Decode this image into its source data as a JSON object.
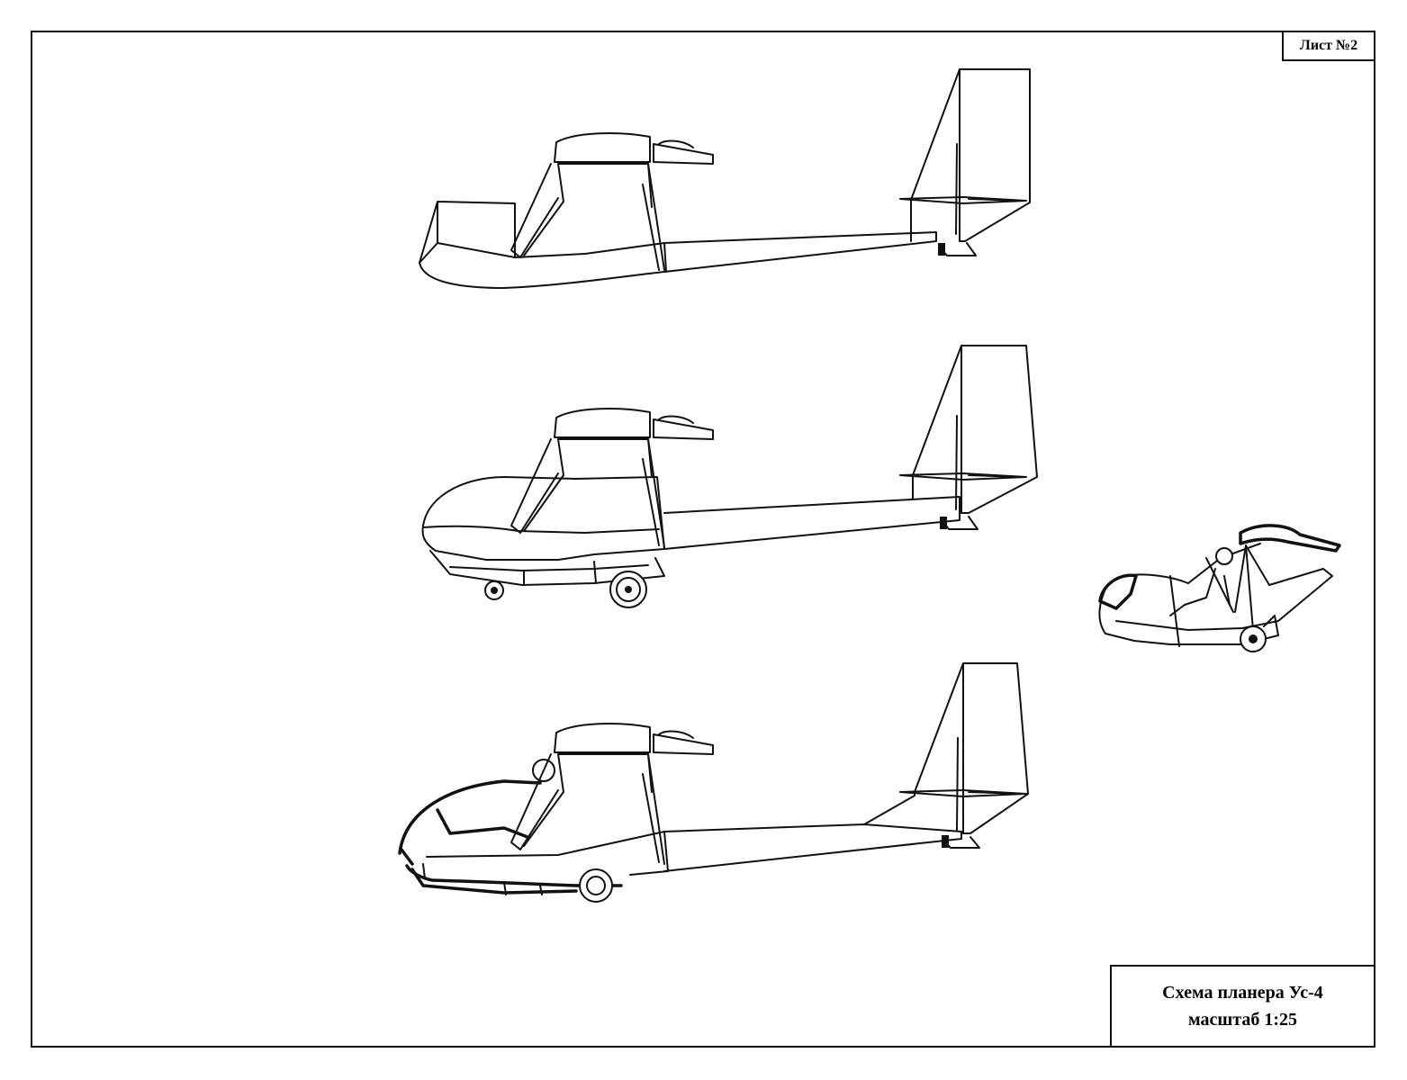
{
  "sheet": {
    "number_label": "Лист №2"
  },
  "title_block": {
    "line1": "Схема планера Ус-4",
    "line2": "масштаб 1:25"
  },
  "views": [
    {
      "name": "glider-view-basic"
    },
    {
      "name": "glider-view-nacelle-with-wheels"
    },
    {
      "name": "glider-view-open-frame"
    },
    {
      "name": "glider-sketch-with-pilot"
    }
  ]
}
